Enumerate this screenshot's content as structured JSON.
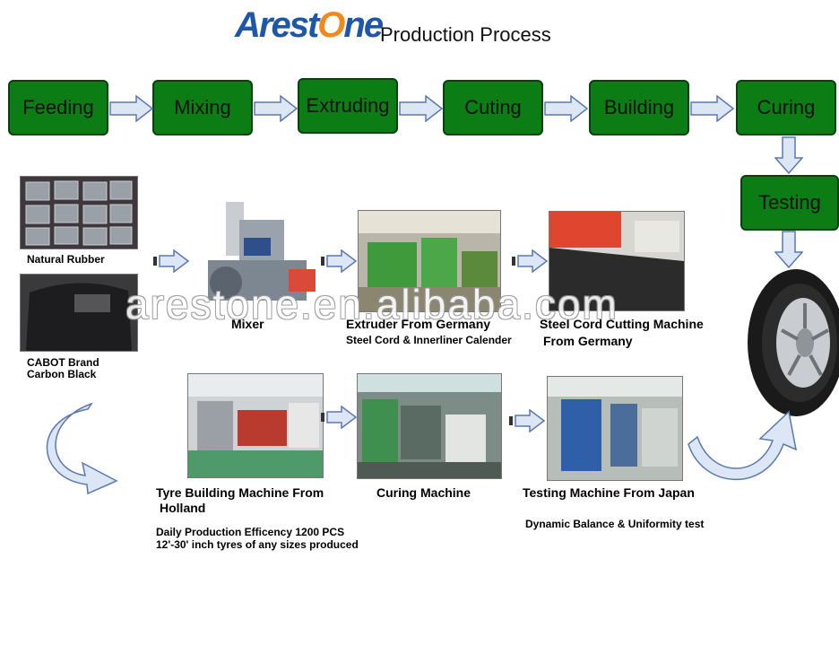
{
  "header": {
    "logo_text_1": "Arest",
    "logo_text_2": "O",
    "logo_text_3": "ne",
    "title": "Production Process"
  },
  "steps": [
    "Feeding",
    "Mixing",
    "Extruding",
    "Cuting",
    "Building",
    "Curing",
    "Testing"
  ],
  "captions": {
    "natural_rubber": "Natural Rubber",
    "carbon_black_1": "CABOT Brand",
    "carbon_black_2": "Carbon Black",
    "mixer": "Mixer",
    "extruder": "Extruder From Germany",
    "calender": "Steel Cord & Innerliner Calender",
    "cutting_1": "Steel Cord Cutting Machine",
    "cutting_2": "From Germany",
    "building_1": "Tyre Building Machine From",
    "building_2": "Holland",
    "curing": "Curing Machine",
    "testing": "Testing Machine From Japan",
    "efficiency": "Daily Production Efficency 1200 PCS",
    "sizes": "12'-30' inch tyres of any sizes produced",
    "balance": "Dynamic Balance & Uniformity test"
  },
  "watermark": "arestone.en.alibaba.com",
  "colors": {
    "step_green": "#0b7d14",
    "arrow_fill": "#dde6f5",
    "arrow_stroke": "#5a78b0",
    "logo_blue": "#1e56a8",
    "logo_orange": "#f08a1c"
  }
}
